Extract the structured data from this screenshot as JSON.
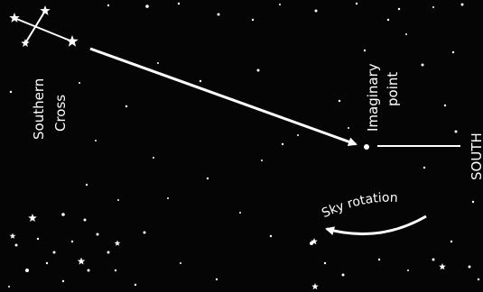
{
  "labels": {
    "constellation_line1": "Southern",
    "constellation_line2": "Cross",
    "point_line1": "Imaginary",
    "point_line2": "point",
    "direction": "SOUTH",
    "rotation": "Sky rotation"
  },
  "colors": {
    "background": "#050505",
    "ink": "#ffffff"
  }
}
